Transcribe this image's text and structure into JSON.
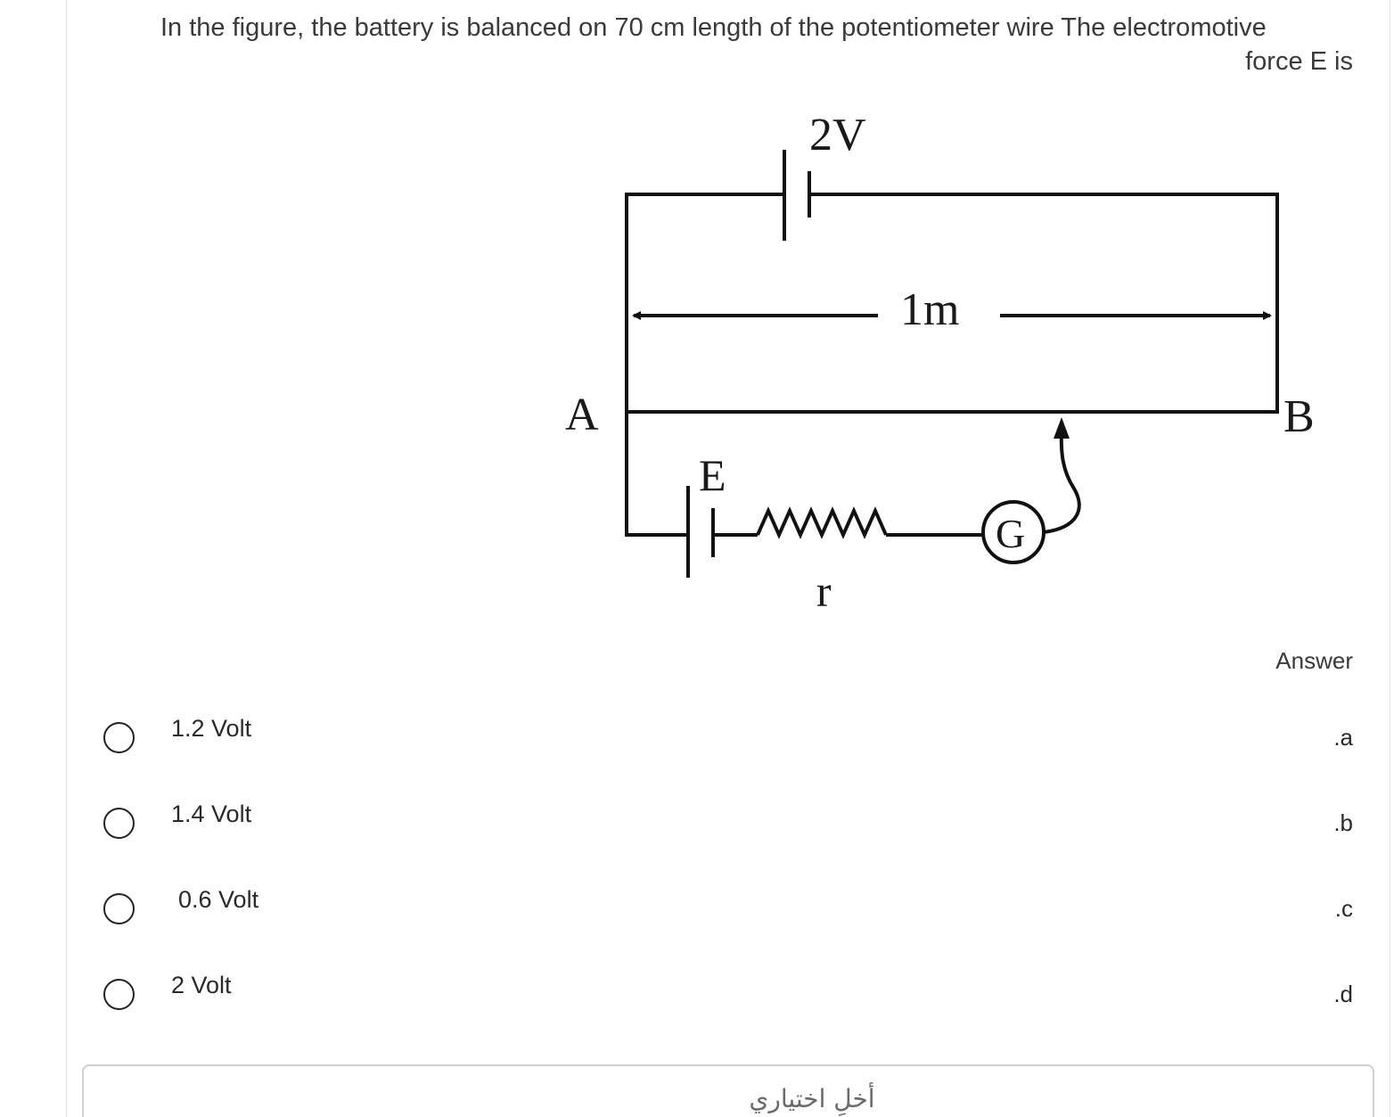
{
  "question": {
    "line1": "In the figure, the battery is balanced on 70 cm length of the potentiometer wire The electromotive",
    "line2": "force E is"
  },
  "figure": {
    "battery_label": "2V",
    "length_label": "1m",
    "point_a": "A",
    "point_b": "B",
    "emf_label": "E",
    "resistance_label": "r",
    "galvanometer_label": "G"
  },
  "answer_label": "Answer",
  "options": [
    {
      "text": "1.2 Volt",
      "letter": ".a"
    },
    {
      "text": "1.4 Volt",
      "letter": ".b"
    },
    {
      "text": "0.6 Volt",
      "letter": ".c"
    },
    {
      "text": "2 Volt",
      "letter": ".d"
    }
  ],
  "submit": {
    "label": "أخلِ اختياري"
  }
}
